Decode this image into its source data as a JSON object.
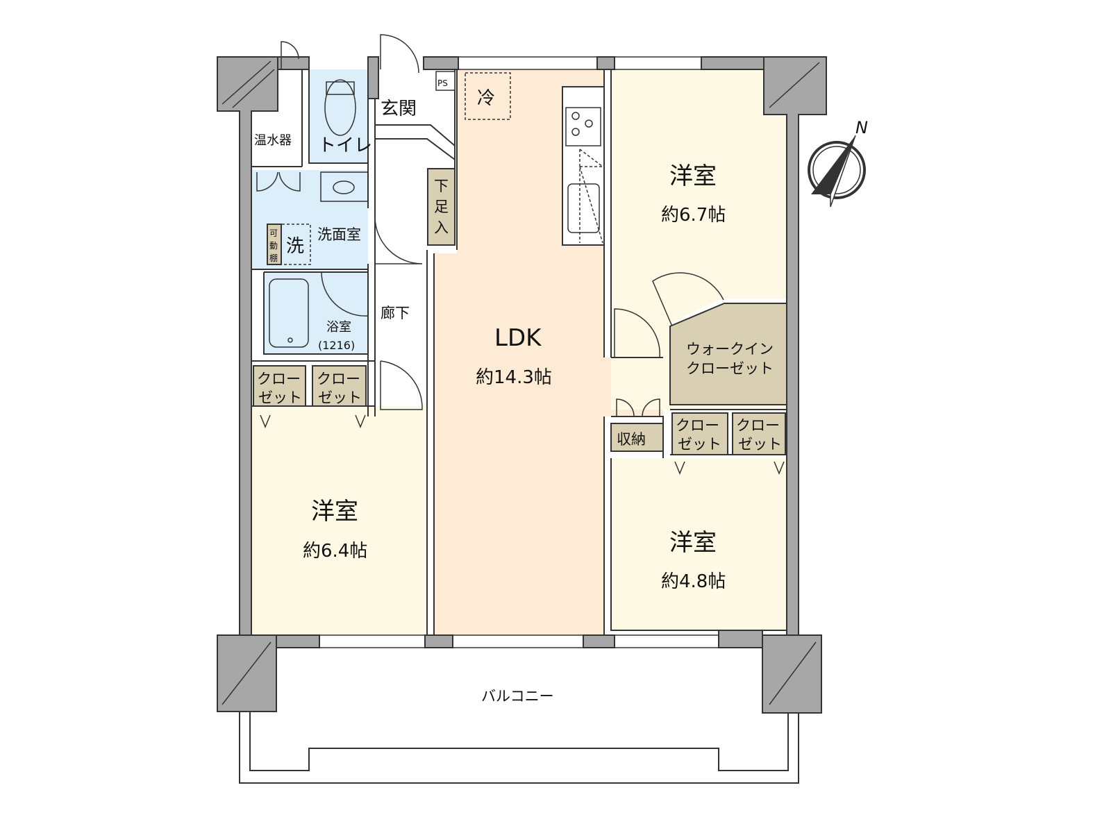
{
  "rooms": {
    "water_heater": "温水器",
    "toilet": "トイレ",
    "entrance": "玄関",
    "ps": "PS",
    "fridge": "冷",
    "shoe_storage": [
      "下",
      "足",
      "入"
    ],
    "washroom": "洗面室",
    "washer": "洗",
    "movable_shelf": [
      "可",
      "動",
      "棚"
    ],
    "hallway": "廊下",
    "bath": "浴室",
    "bath_size": "(1216)",
    "ldk": "LDK",
    "ldk_size": "約14.3帖",
    "bedroom_ne": "洋室",
    "bedroom_ne_size": "約6.7帖",
    "walk_in_closet": [
      "ウォークイン",
      "クローゼット"
    ],
    "storage": "収納",
    "closet": [
      "クロー",
      "ゼット"
    ],
    "bedroom_w": "洋室",
    "bedroom_w_size": "約6.4帖",
    "bedroom_se": "洋室",
    "bedroom_se_size": "約4.8帖",
    "balcony": "バルコニー"
  },
  "compass": {
    "label": "N"
  },
  "colors": {
    "ldk": "#fdebd5",
    "bedroom": "#fdf9e4",
    "wet_area": "#dbeef9",
    "closet": "#d9cfb3",
    "wall": "#a7a7a7"
  }
}
